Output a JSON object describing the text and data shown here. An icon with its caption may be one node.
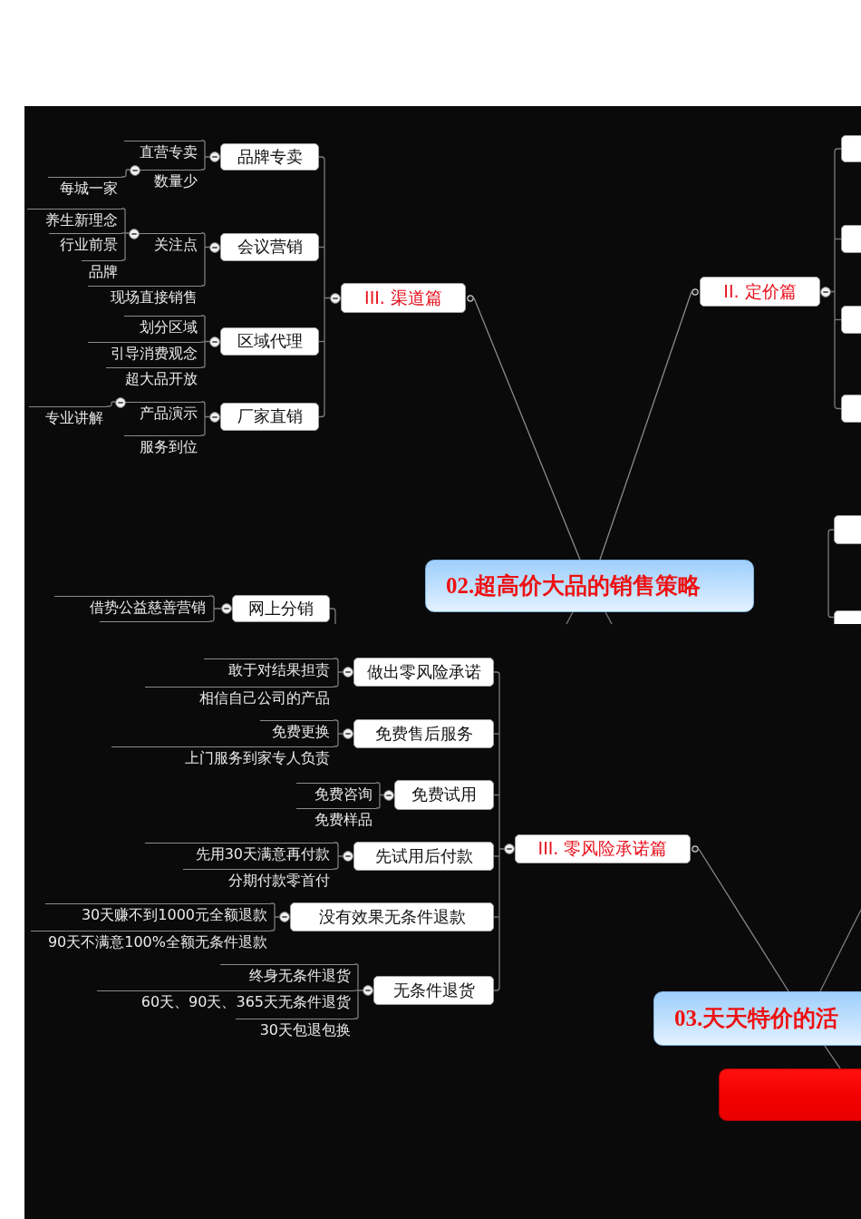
{
  "diagram": {
    "nodes": [
      {
        "text": [
          "III. 渠道篇"
        ]
      },
      {
        "text": [
          "品牌专卖"
        ]
      },
      {
        "text": [
          "直营专卖"
        ]
      },
      {
        "text": [
          "数量少"
        ]
      },
      {
        "text": [
          "每城一家"
        ]
      },
      {
        "text": [
          "会议营销"
        ]
      },
      {
        "text": [
          "关注点"
        ]
      },
      {
        "text": [
          "养生新理念"
        ]
      },
      {
        "text": [
          "行业前景"
        ]
      },
      {
        "text": [
          "品牌"
        ]
      },
      {
        "text": [
          "现场直接销售"
        ]
      },
      {
        "text": [
          "区域代理"
        ]
      },
      {
        "text": [
          "划分区域"
        ]
      },
      {
        "text": [
          "引导消费观念"
        ]
      },
      {
        "text": [
          "超大品开放"
        ]
      },
      {
        "text": [
          "厂家直销"
        ]
      },
      {
        "text": [
          "产品演示"
        ]
      },
      {
        "text": [
          "专业讲解"
        ]
      },
      {
        "text": [
          "服务到位"
        ]
      },
      {
        "text": [
          "II. 定价篇"
        ]
      },
      {
        "text": [],
        "shape": "box"
      },
      {
        "text": [],
        "shape": "box"
      },
      {
        "text": [],
        "shape": "box"
      },
      {
        "text": [],
        "shape": "box"
      },
      {
        "text": [
          "02.超高价大品的销售策略"
        ]
      },
      {
        "text": [],
        "shape": "box"
      },
      {
        "text": [],
        "shape": "box"
      },
      {
        "text": [
          "网上分销"
        ]
      },
      {
        "text": [
          "借势公益慈善营销"
        ]
      },
      {
        "text": [
          "III. 零风险承诺篇"
        ]
      },
      {
        "text": [
          "做出零风险承诺"
        ]
      },
      {
        "text": [
          "敢于对结果担责"
        ]
      },
      {
        "text": [
          "相信自己公司的产品"
        ]
      },
      {
        "text": [
          "免费售后服务"
        ]
      },
      {
        "text": [
          "免费更换"
        ]
      },
      {
        "text": [
          "上门服务到家专人负责"
        ]
      },
      {
        "text": [
          "免费试用"
        ]
      },
      {
        "text": [
          "免费咨询"
        ]
      },
      {
        "text": [
          "免费样品"
        ]
      },
      {
        "text": [
          "先试用后付款"
        ]
      },
      {
        "text": [
          "先用30天满意再付款"
        ]
      },
      {
        "text": [
          "分期付款零首付"
        ]
      },
      {
        "text": [
          "没有效果无条件退款"
        ]
      },
      {
        "text": [
          "30天赚不到1000元全额退款"
        ]
      },
      {
        "text": [
          "90天不满意100%全额无条件退款"
        ]
      },
      {
        "text": [
          "无条件退货"
        ]
      },
      {
        "text": [
          "终身无条件退货"
        ]
      },
      {
        "text": [
          "60天、90天、365天无条件退货"
        ]
      },
      {
        "text": [
          "30天包退包换"
        ]
      },
      {
        "text": [
          "03.天天特价的活"
        ]
      },
      {
        "text": [],
        "shape": "box"
      },
      {
        "text": [],
        "shape": "line"
      }
    ],
    "edges": [
      {
        "from": 24,
        "to": 0,
        "arrow": "none"
      },
      {
        "from": 24,
        "to": 19,
        "arrow": "none"
      },
      {
        "from": 24,
        "to": null,
        "arrow": "none"
      },
      {
        "from": 24,
        "to": null,
        "arrow": "none"
      },
      {
        "from": 0,
        "to": 1,
        "arrow": "none"
      },
      {
        "from": 1,
        "to": 2,
        "arrow": "none"
      },
      {
        "from": 1,
        "to": 3,
        "arrow": "none"
      },
      {
        "from": 3,
        "to": 4,
        "arrow": "none"
      },
      {
        "from": 0,
        "to": 5,
        "arrow": "none"
      },
      {
        "from": 5,
        "to": 6,
        "arrow": "none"
      },
      {
        "from": 6,
        "to": 7,
        "arrow": "none"
      },
      {
        "from": 6,
        "to": 8,
        "arrow": "none"
      },
      {
        "from": 6,
        "to": 9,
        "arrow": "none"
      },
      {
        "from": 5,
        "to": 10,
        "arrow": "none"
      },
      {
        "from": 0,
        "to": 11,
        "arrow": "none"
      },
      {
        "from": 11,
        "to": 12,
        "arrow": "none"
      },
      {
        "from": 11,
        "to": 13,
        "arrow": "none"
      },
      {
        "from": 11,
        "to": 14,
        "arrow": "none"
      },
      {
        "from": 0,
        "to": 15,
        "arrow": "none"
      },
      {
        "from": 15,
        "to": 16,
        "arrow": "none"
      },
      {
        "from": 16,
        "to": 17,
        "arrow": "none"
      },
      {
        "from": 15,
        "to": 18,
        "arrow": "none"
      },
      {
        "from": 19,
        "to": 20,
        "arrow": "none"
      },
      {
        "from": 19,
        "to": 21,
        "arrow": "none"
      },
      {
        "from": 19,
        "to": 22,
        "arrow": "none"
      },
      {
        "from": 19,
        "to": 23,
        "arrow": "none"
      },
      {
        "from": 25,
        "to": 26,
        "arrow": "none"
      },
      {
        "from": null,
        "to": 27,
        "arrow": "none"
      },
      {
        "from": 27,
        "to": 28,
        "arrow": "none"
      },
      {
        "from": 27,
        "to": 51,
        "arrow": "none"
      },
      {
        "from": 49,
        "to": 29,
        "arrow": "none"
      },
      {
        "from": 29,
        "to": 30,
        "arrow": "none"
      },
      {
        "from": 30,
        "to": 31,
        "arrow": "none"
      },
      {
        "from": 30,
        "to": 32,
        "arrow": "none"
      },
      {
        "from": 29,
        "to": 33,
        "arrow": "none"
      },
      {
        "from": 33,
        "to": 34,
        "arrow": "none"
      },
      {
        "from": 33,
        "to": 35,
        "arrow": "none"
      },
      {
        "from": 29,
        "to": 36,
        "arrow": "none"
      },
      {
        "from": 36,
        "to": 37,
        "arrow": "none"
      },
      {
        "from": 36,
        "to": 38,
        "arrow": "none"
      },
      {
        "from": 29,
        "to": 39,
        "arrow": "none"
      },
      {
        "from": 39,
        "to": 40,
        "arrow": "none"
      },
      {
        "from": 39,
        "to": 41,
        "arrow": "none"
      },
      {
        "from": 29,
        "to": 42,
        "arrow": "none"
      },
      {
        "from": 42,
        "to": 43,
        "arrow": "none"
      },
      {
        "from": 42,
        "to": 44,
        "arrow": "none"
      },
      {
        "from": 29,
        "to": 45,
        "arrow": "none"
      },
      {
        "from": 45,
        "to": 46,
        "arrow": "none"
      },
      {
        "from": 45,
        "to": 47,
        "arrow": "none"
      },
      {
        "from": 45,
        "to": 48,
        "arrow": "none"
      },
      {
        "from": 49,
        "to": null,
        "arrow": "none"
      },
      {
        "from": 49,
        "to": 50,
        "arrow": "none"
      }
    ]
  }
}
